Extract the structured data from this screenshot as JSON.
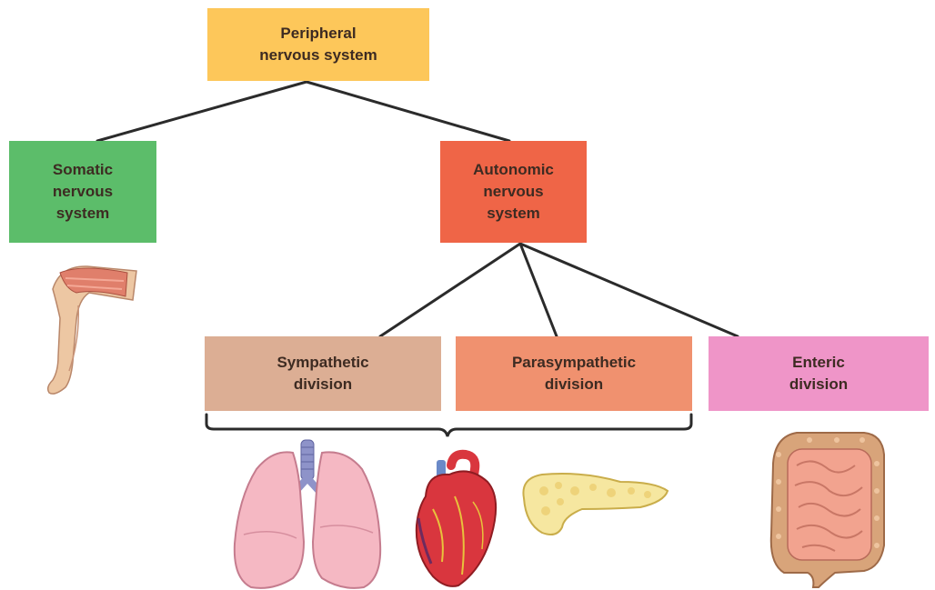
{
  "nodes": {
    "peripheral": {
      "label": "Peripheral\nnervous system",
      "color": "#fdc75a"
    },
    "somatic": {
      "label": "Somatic\nnervous\nsystem",
      "color": "#5cbd6a"
    },
    "autonomic": {
      "label": "Autonomic\nnervous\nsystem",
      "color": "#ef6547"
    },
    "sympathetic": {
      "label": "Sympathetic\ndivision",
      "color": "#dcae94"
    },
    "parasympathetic": {
      "label": "Parasympathetic\ndivision",
      "color": "#f0916f"
    },
    "enteric": {
      "label": "Enteric\ndivision",
      "color": "#ef95c8"
    }
  },
  "connector_color": "#2b2b2b",
  "illustrations": [
    "leg-illustration",
    "lungs-illustration",
    "heart-illustration",
    "pancreas-illustration",
    "intestines-illustration"
  ]
}
